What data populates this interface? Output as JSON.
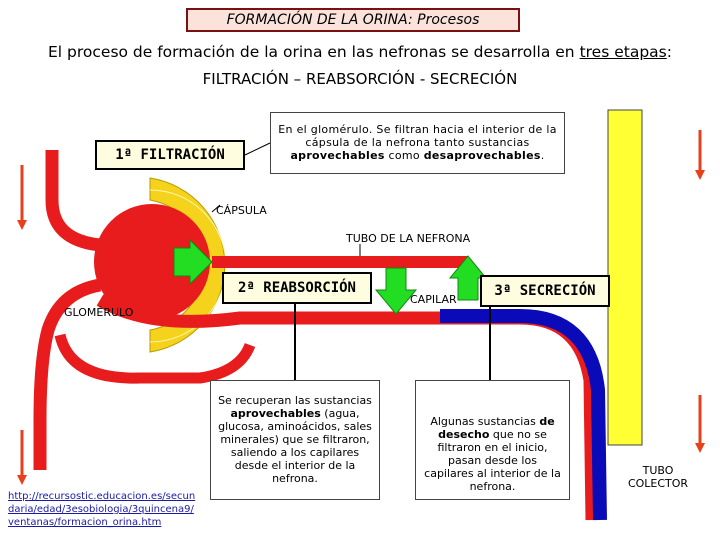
{
  "header": {
    "title": "FORMACIÓN DE LA ORINA: Procesos",
    "intro_prefix": "El proceso de formación de la orina en las nefronas se desarrolla en ",
    "intro_underlined": "tres etapas",
    "intro_suffix": ":",
    "stages_line": "FILTRACIÓN – REABSORCIÓN - SECRECIÓN"
  },
  "stages": {
    "filtracion": {
      "label": "1ª FILTRACIÓN",
      "note_text": "En el glomérulo. Se filtran hacia el interior de la cápsula de la nefrona tanto sustancias ",
      "note_bold1": "aprovechables",
      "note_mid": " como ",
      "note_bold2": "desaprovechables",
      "note_end": "."
    },
    "reabsorcion": {
      "label": "2ª REABSORCIÓN",
      "note_text1": "Se recuperan las sustancias ",
      "note_bold": "aprovechables",
      "note_text2": " (agua, glucosa, aminoácidos, sales minerales) que se filtraron, saliendo a los capilares desde el interior de la nefrona."
    },
    "secrecion": {
      "label": "3ª SECRECIÓN",
      "note_text1": "Algunas sustancias ",
      "note_bold": "de desecho",
      "note_text2": " que no se filtraron en el inicio, pasan desde los capilares al interior de la nefrona."
    }
  },
  "labels": {
    "capsula": "CÁPSULA",
    "tubo_nefrona": "TUBO DE LA NEFRONA",
    "glomerulo": "GLOMÉRULO",
    "capilar": "CAPILAR",
    "tubo_colector": "TUBO COLECTOR"
  },
  "source_link": "http://recursostic.educacion.es/secundaria/edad/3esobiologia/3quincena9/ventanas/formacion_orina.htm",
  "colors": {
    "blood": "#e81c1c",
    "capsule": "#f5d21c",
    "filtrate": "#0a0ab8",
    "arrow_red": "#e8401c",
    "arrow_green": "#22dd22",
    "title_border": "#7a1010"
  }
}
